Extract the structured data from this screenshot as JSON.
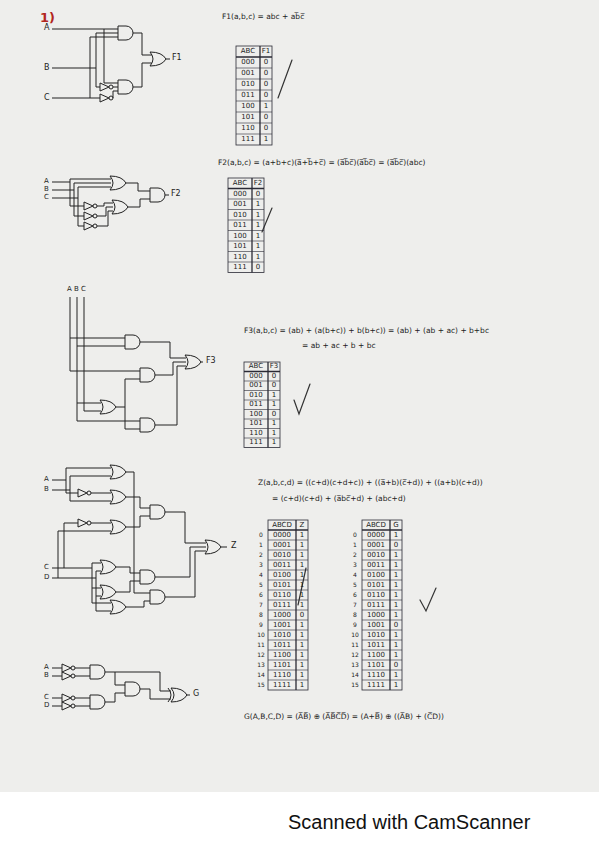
{
  "diagram": {
    "labels": [
      "1)",
      "A",
      "B",
      "C",
      "F1",
      "F1(a,b,c) = abc + ab̅c̅",
      "ABC",
      "F1",
      "000",
      "0",
      "001",
      "0",
      "010",
      "0",
      "011",
      "0",
      "100",
      "1",
      "101",
      "0",
      "110",
      "0",
      "111",
      "1",
      "A",
      "B",
      "C",
      "F2",
      "F2(a,b,c) = (a+b+c)(a̅+b̅+c̅) = (a̅b̅c̅)(a̅b̅c̅) = (a̅b̅c̅)(abc)",
      "ABC",
      "F2",
      "000",
      "0",
      "001",
      "1",
      "010",
      "1",
      "011",
      "1",
      "100",
      "1",
      "101",
      "1",
      "110",
      "1",
      "111",
      "0",
      "A",
      "B",
      "C",
      "F3",
      "F3(a,b,c) = (ab) + (a(b+c)) + b(b+c)) = (ab) + (ab + ac) + b+bc",
      "= ab + ac + b + bc",
      "ABC",
      "F3",
      "000",
      "0",
      "001",
      "0",
      "010",
      "1",
      "011",
      "1",
      "100",
      "0",
      "101",
      "1",
      "110",
      "1",
      "111",
      "1",
      "A",
      "B",
      "C",
      "D",
      "Z",
      "Z(a,b,c,d) = ((c+d)(c+d+c)) + ((a̅+b)(c̅+d)) + ((a+b)(c+d))",
      "= (c+d)(c+d) + (a̅bc̅+d) + (abc+d)",
      "ABCD",
      "Z",
      "0",
      "0000",
      "1",
      "1",
      "0001",
      "1",
      "2",
      "0010",
      "1",
      "3",
      "0011",
      "1",
      "4",
      "0100",
      "1",
      "5",
      "0101",
      "1",
      "6",
      "0110",
      "1",
      "7",
      "0111",
      "1",
      "8",
      "1000",
      "0",
      "9",
      "1001",
      "1",
      "10",
      "1010",
      "1",
      "11",
      "1011",
      "1",
      "12",
      "1100",
      "1",
      "13",
      "1101",
      "1",
      "14",
      "1110",
      "1",
      "15",
      "1111",
      "1",
      "ABCD",
      "G",
      "0",
      "0000",
      "1",
      "1",
      "0001",
      "0",
      "2",
      "0010",
      "1",
      "3",
      "0011",
      "1",
      "4",
      "0100",
      "1",
      "5",
      "0101",
      "1",
      "6",
      "0110",
      "1",
      "7",
      "0111",
      "1",
      "8",
      "1000",
      "1",
      "9",
      "1001",
      "0",
      "10",
      "1010",
      "1",
      "11",
      "1011",
      "1",
      "12",
      "1100",
      "1",
      "13",
      "1101",
      "0",
      "14",
      "1110",
      "1",
      "15",
      "1111",
      "1",
      "A",
      "B",
      "C",
      "D",
      "G",
      "G(A,B,C,D) = (A̅B̅) ⊕ (A̅B̅C̅D̅) = (A+B̅) ⊕ ((A̅B) + (C̅D))",
      "Scanned with CamScanner"
    ]
  }
}
